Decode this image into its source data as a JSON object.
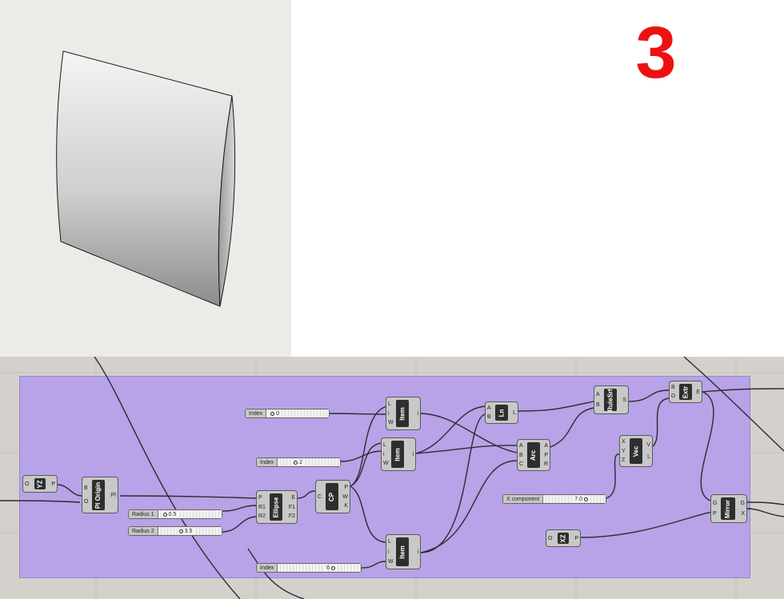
{
  "step_number": "3",
  "colors": {
    "group_fill": "#b8a2e8",
    "canvas": "#d4d0cb",
    "step_number": "#ee1111",
    "wire": "#2c2c2c"
  },
  "components": [
    {
      "id": "yz",
      "core": "YZ",
      "inputs": [
        "O"
      ],
      "outputs": [
        "P"
      ]
    },
    {
      "id": "pl-origin",
      "core": "Pl Origin",
      "inputs": [
        "B",
        "O"
      ],
      "outputs": [
        "Pl"
      ]
    },
    {
      "id": "ellipse",
      "core": "Ellipse",
      "inputs": [
        "P",
        "R1",
        "R2"
      ],
      "outputs": [
        "E",
        "F1",
        "F2"
      ]
    },
    {
      "id": "cp",
      "core": "CP",
      "inputs": [
        "C"
      ],
      "outputs": [
        "P",
        "W",
        "K"
      ]
    },
    {
      "id": "item-1",
      "core": "Item",
      "inputs": [
        "L",
        "i",
        "W"
      ],
      "outputs": [
        "i"
      ]
    },
    {
      "id": "item-2",
      "core": "Item",
      "inputs": [
        "L",
        "i",
        "W"
      ],
      "outputs": [
        "i"
      ]
    },
    {
      "id": "item-3",
      "core": "Item",
      "inputs": [
        "L",
        "i",
        "W"
      ],
      "outputs": [
        "i"
      ]
    },
    {
      "id": "ln",
      "core": "Ln",
      "inputs": [
        "A",
        "B"
      ],
      "outputs": [
        "L"
      ]
    },
    {
      "id": "arc",
      "core": "Arc",
      "inputs": [
        "A",
        "B",
        "C"
      ],
      "outputs": [
        "A",
        "P",
        "R"
      ]
    },
    {
      "id": "rulesrf",
      "core": "RuleSrf",
      "inputs": [
        "A",
        "B"
      ],
      "outputs": [
        "S"
      ]
    },
    {
      "id": "vec",
      "core": "Vec",
      "inputs": [
        "X",
        "Y",
        "Z"
      ],
      "outputs": [
        "V",
        "L"
      ]
    },
    {
      "id": "extr",
      "core": "Extr",
      "inputs": [
        "B",
        "D"
      ],
      "outputs": [
        "E"
      ]
    },
    {
      "id": "xz",
      "core": "XZ",
      "inputs": [
        "O"
      ],
      "outputs": [
        "P"
      ]
    },
    {
      "id": "mirror",
      "core": "Mirror",
      "inputs": [
        "G",
        "P"
      ],
      "outputs": [
        "G",
        "X"
      ]
    }
  ],
  "sliders": [
    {
      "id": "index-0",
      "label": "Index",
      "value": "0",
      "align": "left"
    },
    {
      "id": "index-2",
      "label": "Index",
      "value": "2",
      "align": "left"
    },
    {
      "id": "index-6",
      "label": "Index",
      "value": "6",
      "align": "right"
    },
    {
      "id": "radius-1",
      "label": "Radius 1",
      "value": "0.5",
      "align": "left"
    },
    {
      "id": "radius-2",
      "label": "Radius 2",
      "value": "3.5",
      "align": "left"
    },
    {
      "id": "x-component",
      "label": "X component",
      "value": "7.0",
      "align": "right"
    }
  ]
}
